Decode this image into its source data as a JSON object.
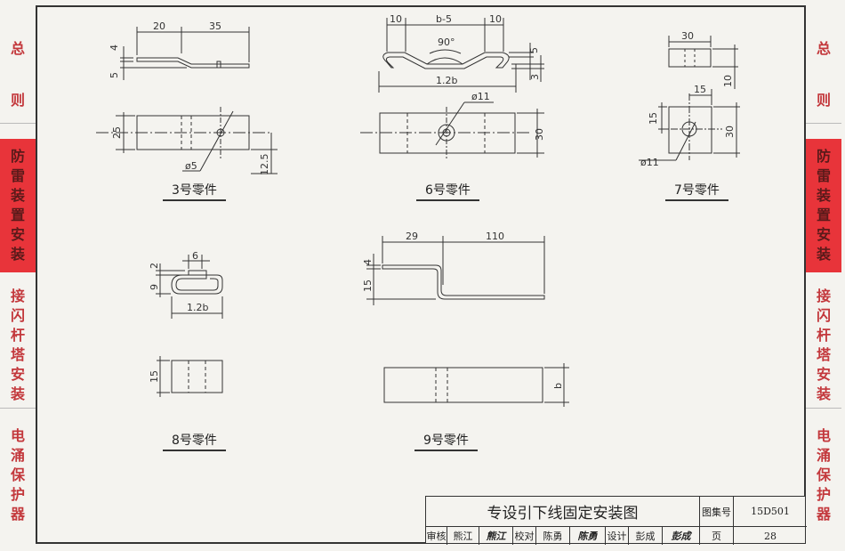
{
  "sidebar_left": [
    {
      "label": "总",
      "active": false
    },
    {
      "label": "则",
      "active": false
    },
    {
      "label": "防雷装置安装",
      "active": true
    },
    {
      "label": "接闪杆塔安装",
      "active": false
    },
    {
      "label": "电涌保护器",
      "active": false
    }
  ],
  "sidebar_right": [
    {
      "label": "总"
    },
    {
      "label": "则"
    },
    {
      "label": "防雷装置安装"
    },
    {
      "label": "接闪杆塔安装"
    },
    {
      "label": "电涌保护器"
    }
  ],
  "parts": {
    "p3": {
      "label": "3号零件",
      "dims": [
        "20",
        "35",
        "4",
        "5",
        "25",
        "ø5",
        "12.5"
      ]
    },
    "p6": {
      "label": "6号零件",
      "dims": [
        "10",
        "b-5",
        "10",
        "90°",
        "5",
        "3",
        "1.2b",
        "ø11",
        "30"
      ]
    },
    "p7": {
      "label": "7号零件",
      "dims": [
        "30",
        "10",
        "15",
        "15",
        "30",
        "ø11"
      ]
    },
    "p8": {
      "label": "8号零件",
      "dims": [
        "6",
        "2",
        "9",
        "1.2b",
        "15"
      ]
    },
    "p9": {
      "label": "9号零件",
      "dims": [
        "29",
        "110",
        "4",
        "15",
        "b"
      ]
    }
  },
  "title_block": {
    "title": "专设引下线固定安装图",
    "atlas_label": "图集号",
    "atlas_no": "15D501",
    "review_label": "审核",
    "reviewer": "熊江",
    "reviewer_sig": "熊江",
    "check_label": "校对",
    "checker": "陈勇",
    "checker_sig": "陈勇",
    "design_label": "设计",
    "designer": "彭成",
    "designer_sig": "彭成",
    "page_label": "页",
    "page_no": "28"
  }
}
